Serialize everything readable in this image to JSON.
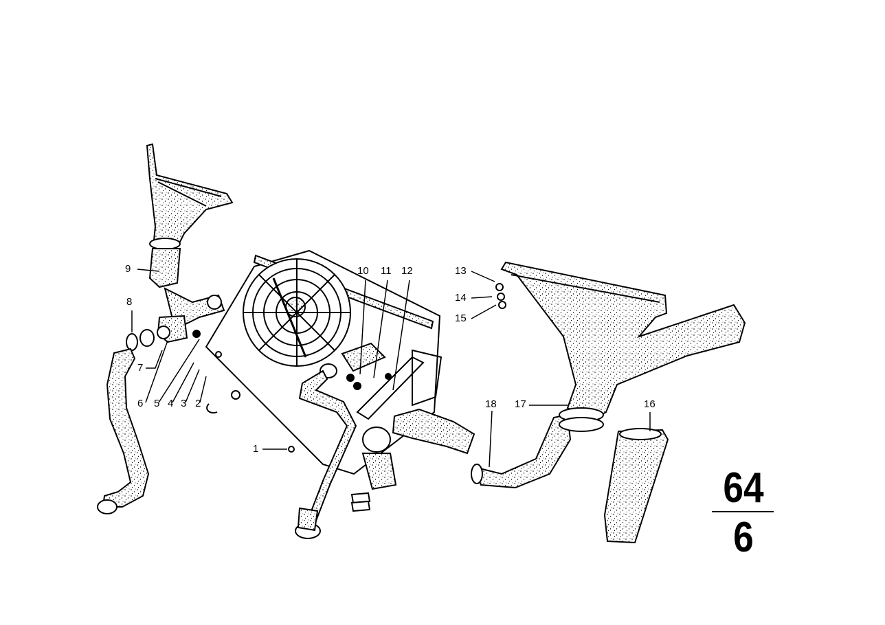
{
  "callouts": [
    {
      "id": "c1",
      "text": "1"
    },
    {
      "id": "c2",
      "text": "2"
    },
    {
      "id": "c3",
      "text": "3"
    },
    {
      "id": "c4",
      "text": "4"
    },
    {
      "id": "c5",
      "text": "5"
    },
    {
      "id": "c6",
      "text": "6"
    },
    {
      "id": "c7",
      "text": "7"
    },
    {
      "id": "c8",
      "text": "8"
    },
    {
      "id": "c9",
      "text": "9"
    },
    {
      "id": "c10",
      "text": "10"
    },
    {
      "id": "c11",
      "text": "11"
    },
    {
      "id": "c12",
      "text": "12"
    },
    {
      "id": "c13",
      "text": "13"
    },
    {
      "id": "c14",
      "text": "14"
    },
    {
      "id": "c15",
      "text": "15"
    },
    {
      "id": "c16",
      "text": "16"
    },
    {
      "id": "c17",
      "text": "17"
    },
    {
      "id": "c18",
      "text": "18"
    }
  ],
  "group_code": {
    "main": "64",
    "sub": "6"
  }
}
